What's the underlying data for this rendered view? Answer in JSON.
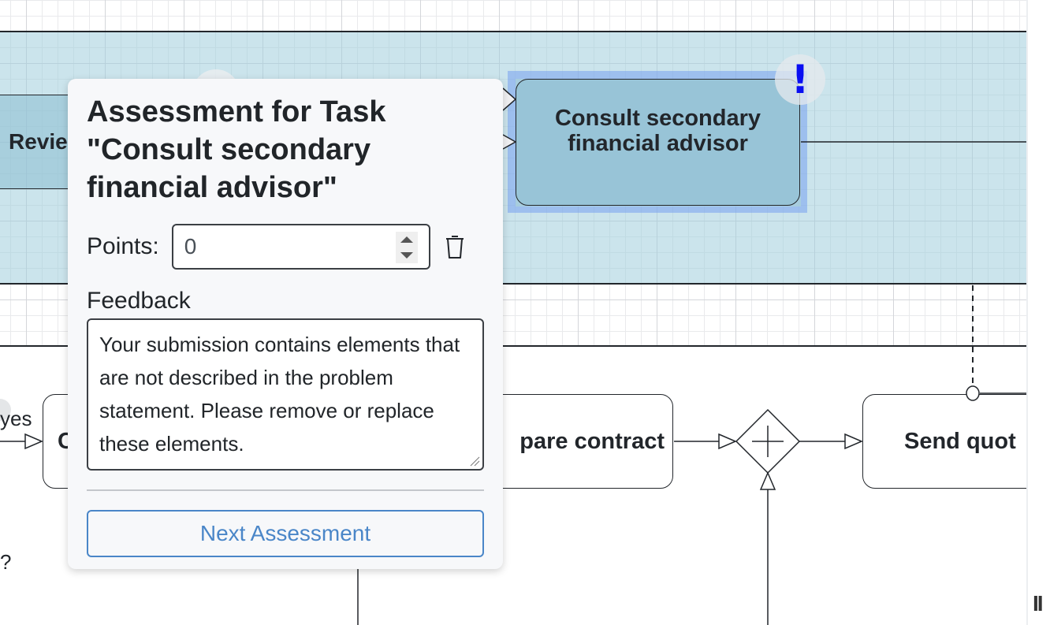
{
  "diagram": {
    "tasks": [
      {
        "id": "review",
        "label": "Revie",
        "partial": true
      },
      {
        "id": "consult",
        "label": "Consult secondary financial advisor",
        "selected": true,
        "warning": true
      },
      {
        "id": "c-partial",
        "label": "C",
        "partial": true
      },
      {
        "id": "prepare-contract",
        "label": "pare contract",
        "partial": true
      },
      {
        "id": "send-quote",
        "label": "Send quot",
        "partial": true
      }
    ],
    "edge_labels": {
      "yes": "yes",
      "question": "?"
    },
    "gateway": {
      "type": "parallel",
      "symbol": "+"
    },
    "warning_symbol": "!",
    "colors": {
      "lane_fill": "#c8e1e8",
      "task_fill": "#a6ccd8",
      "selection": "#a7c5ee",
      "warning": "#0a0ef2"
    }
  },
  "popover": {
    "title": "Assessment for Task \"Consult secondary financial advisor\"",
    "points_label": "Points:",
    "points_value": "0",
    "feedback_label": "Feedback",
    "feedback_text": "Your submission contains elements that are not described in the problem statement. Please remove or replace these elements.",
    "next_button": "Next Assessment"
  },
  "scroll_handle": "II"
}
